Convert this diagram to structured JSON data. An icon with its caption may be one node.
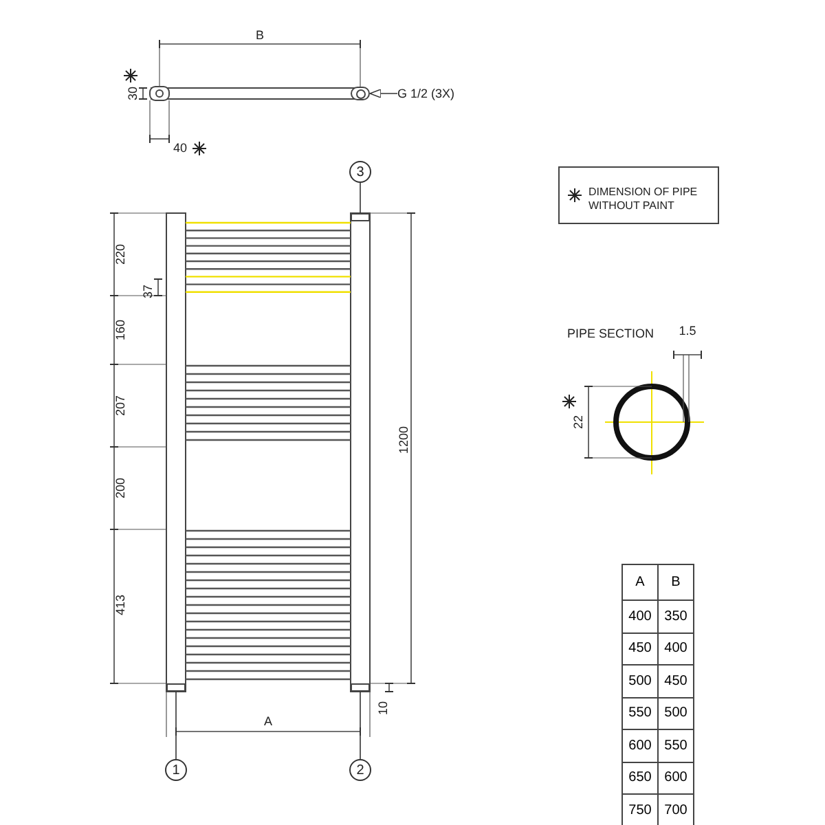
{
  "diagram": {
    "nodes": [
      {
        "text": [
          "G 1/2 (3X)"
        ]
      },
      {
        "text": [],
        "shape": "circle"
      },
      {
        "text": [
          "3"
        ]
      },
      {
        "text": [],
        "shape": "box"
      },
      {
        "text": [
          "1"
        ]
      },
      {
        "text": [
          "2"
        ]
      },
      {
        "text": [],
        "shape": "box"
      },
      {
        "text": [],
        "shape": "box"
      }
    ],
    "edges": [
      {
        "from": 0,
        "to": 1,
        "arrow": "to"
      },
      {
        "from": 2,
        "to": 3,
        "arrow": "none"
      },
      {
        "from": 4,
        "to": 6,
        "arrow": "none"
      },
      {
        "from": 5,
        "to": 7,
        "arrow": "none"
      }
    ],
    "labels": [
      "B",
      "30",
      "40",
      "220",
      "37",
      "160",
      "207",
      "200",
      "1200",
      "413",
      "10",
      "A",
      "PIPE SECTION",
      "1.5",
      "22",
      "A",
      "B",
      "400",
      "350",
      "450",
      "400",
      "500",
      "450",
      "550",
      "500",
      "600",
      "550",
      "650",
      "600",
      "750",
      "700"
    ],
    "legend": [
      {
        "text": "DIMENSION OF PIPE WITHOUT PAINT"
      }
    ]
  }
}
